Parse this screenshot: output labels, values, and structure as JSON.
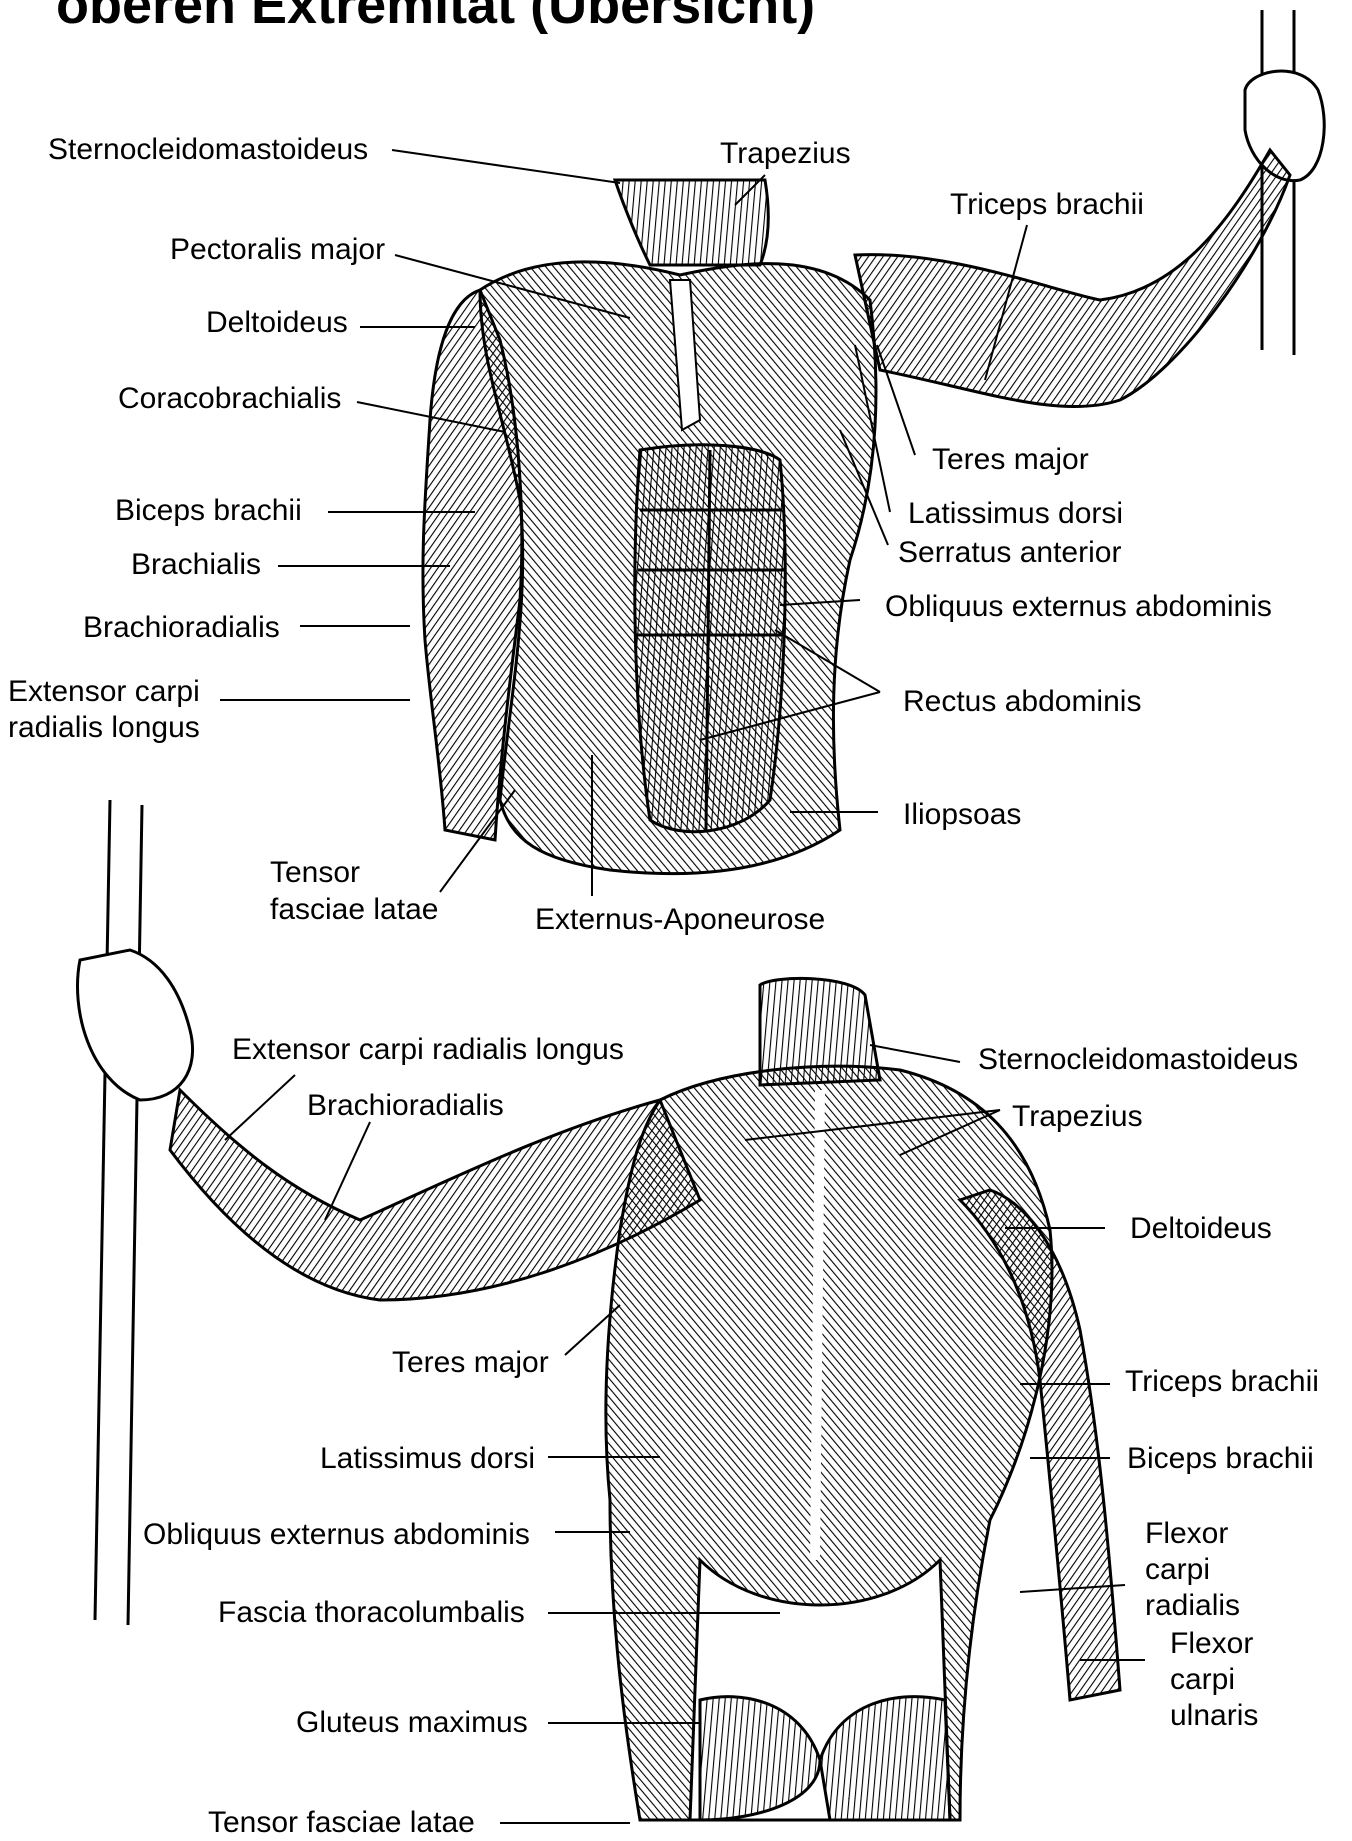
{
  "title": "oberen Extremität (Übersicht)",
  "front_labels": {
    "sternocleidomastoideus": "Sternocleidomastoideus",
    "trapezius": "Trapezius",
    "triceps": "Triceps brachii",
    "pectoralis": "Pectoralis major",
    "deltoideus": "Deltoideus",
    "coracobrachialis": "Coracobrachialis",
    "teres_major": "Teres major",
    "biceps": "Biceps brachii",
    "latissimus": "Latissimus dorsi",
    "serratus": "Serratus anterior",
    "brachialis": "Brachialis",
    "obliquus": "Obliquus externus abdominis",
    "brachioradialis": "Brachioradialis",
    "ecrl_line1": "Extensor carpi",
    "ecrl_line2": "radialis longus",
    "rectus": "Rectus abdominis",
    "iliopsoas": "Iliopsoas",
    "tfl_line1": "Tensor",
    "tfl_line2": "fasciae latae",
    "externus": "Externus-Aponeurose"
  },
  "back_labels": {
    "ecrl": "Extensor carpi radialis longus",
    "sternocleidomastoideus": "Sternocleidomastoideus",
    "brachioradialis": "Brachioradialis",
    "trapezius": "Trapezius",
    "deltoideus": "Deltoideus",
    "teres_major": "Teres major",
    "triceps": "Triceps brachii",
    "latissimus": "Latissimus dorsi",
    "biceps": "Biceps brachii",
    "obliquus": "Obliquus externus abdominis",
    "fcr_line1": "Flexor",
    "fcr_line2": "carpi",
    "fcr_line3": "radialis",
    "fascia": "Fascia thoracolumbalis",
    "fcu_line1": "Flexor",
    "fcu_line2": "carpi",
    "fcu_line3": "ulnaris",
    "gluteus": "Gluteus maximus",
    "tfl": "Tensor fasciae latae"
  },
  "colors": {
    "ink": "#000000",
    "paper": "#ffffff"
  }
}
